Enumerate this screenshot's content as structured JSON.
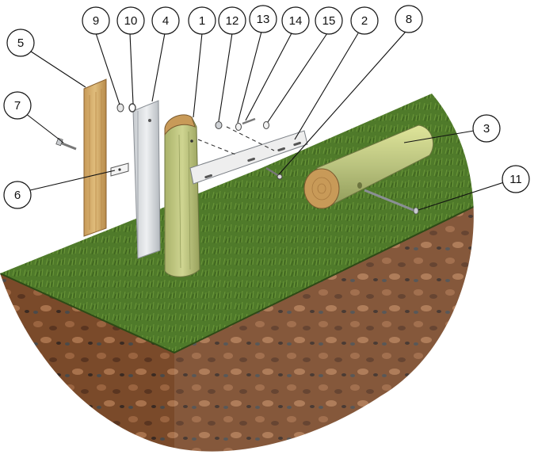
{
  "callouts": [
    {
      "label": "1"
    },
    {
      "label": "2"
    },
    {
      "label": "3"
    },
    {
      "label": "4"
    },
    {
      "label": "5"
    },
    {
      "label": "6"
    },
    {
      "label": "7"
    },
    {
      "label": "8"
    },
    {
      "label": "9"
    },
    {
      "label": "10"
    },
    {
      "label": "11"
    },
    {
      "label": "12"
    },
    {
      "label": "13"
    },
    {
      "label": "14"
    },
    {
      "label": "15"
    }
  ],
  "colors": {
    "grass": "#4f7a2a",
    "grass_dark": "#3a5f1c",
    "soil": "#7a4a2a",
    "soil_dark": "#5a3520",
    "timber": "#d2b074",
    "pole": "#b9c27e",
    "steel": "#d9dde0",
    "callout_stroke": "#111111"
  }
}
